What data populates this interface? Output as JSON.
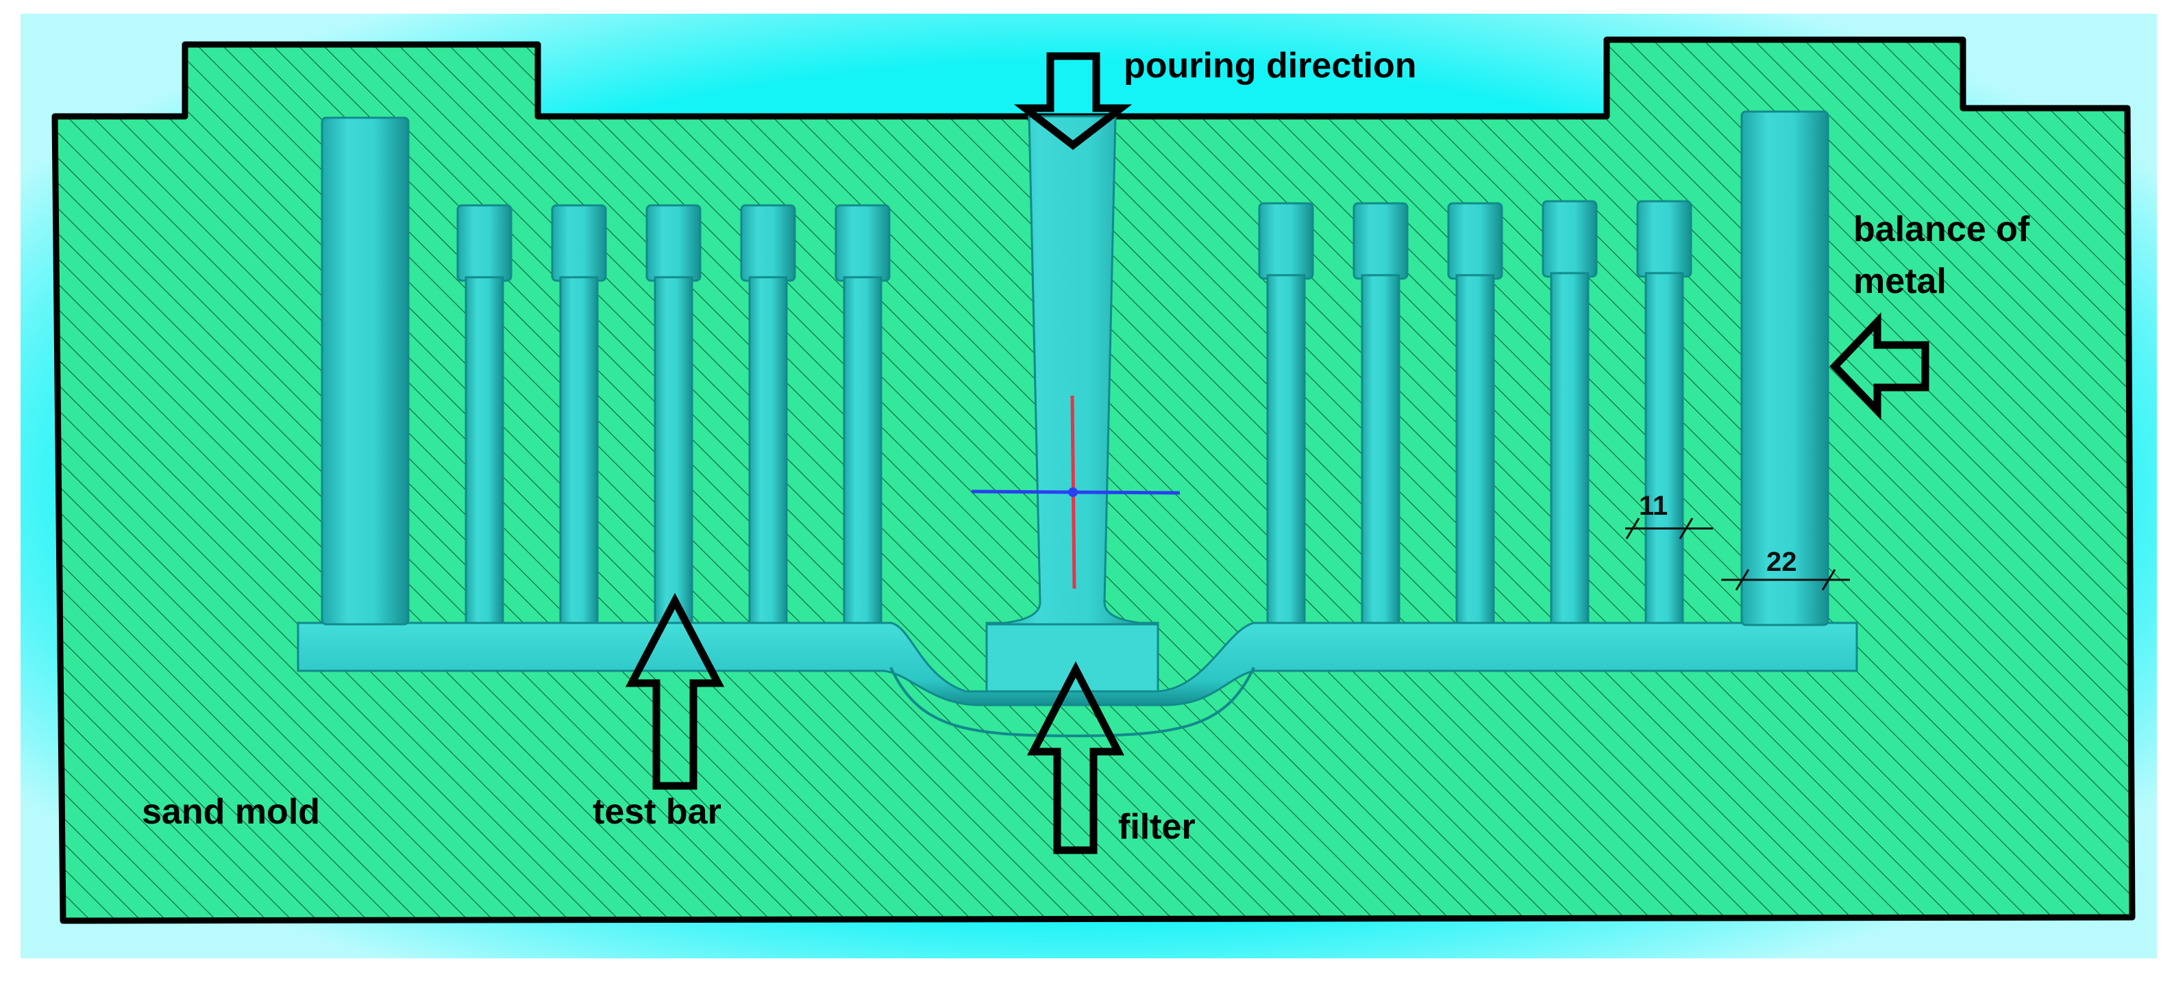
{
  "labels": {
    "pouring_direction": "pouring direction",
    "balance_line1": "balance of",
    "balance_line2": "metal",
    "sand_mold": "sand mold",
    "test_bar": "test bar",
    "filter": "filter"
  },
  "dimensions": {
    "bar_diameter": "11",
    "riser_diameter": "22"
  },
  "colors": {
    "sand": "#33E89A",
    "hatch": "#0E6B45",
    "metal": "#2FD0CE",
    "metal_dark": "#1A9FA0",
    "glow": "#12F2F5",
    "axis_red": "#E8334A",
    "axis_blue": "#2A3FF0",
    "outline": "#000000"
  }
}
